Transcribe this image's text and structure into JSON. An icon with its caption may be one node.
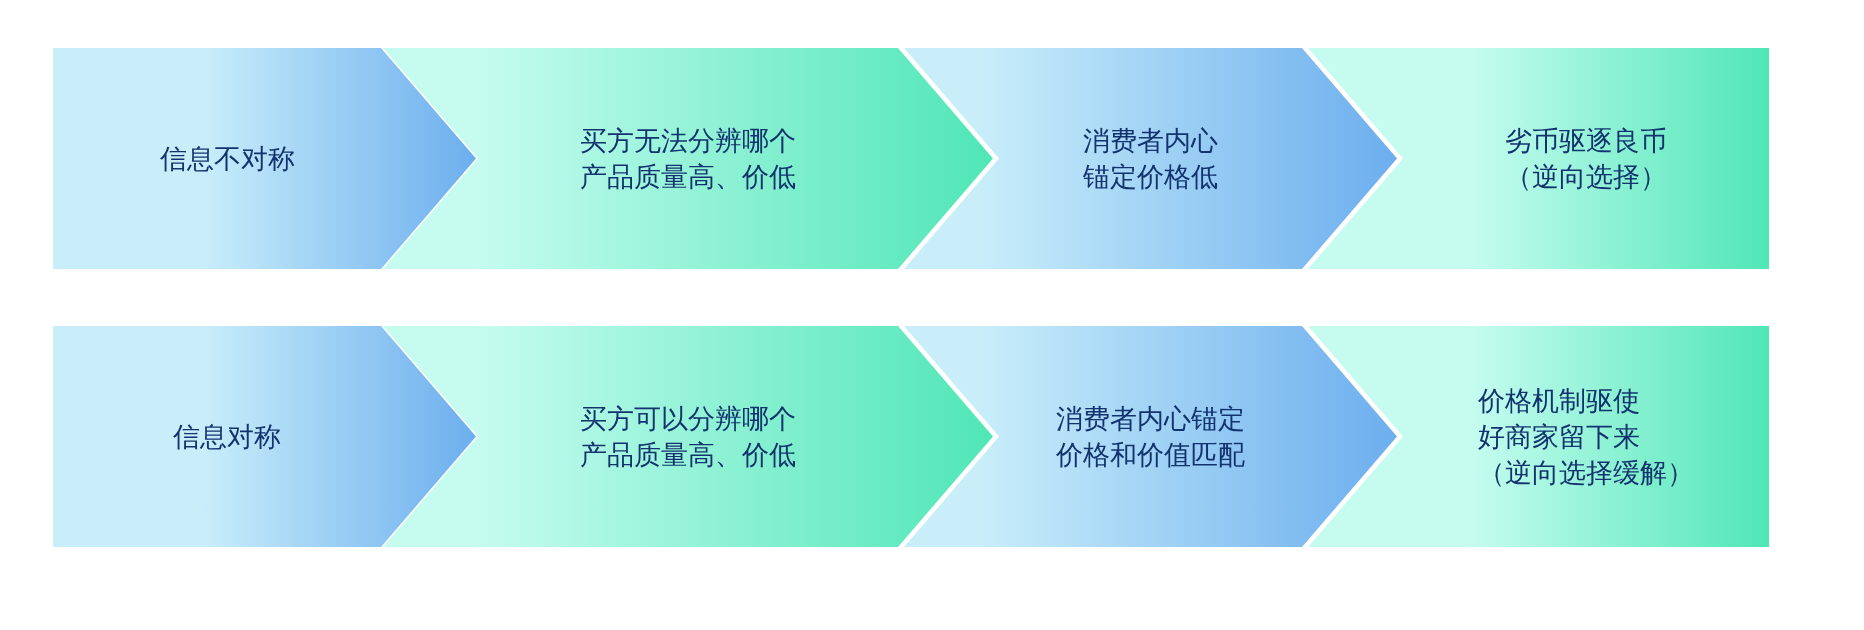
{
  "diagram": {
    "nodes": [
      {
        "text": [
          "信息不对称"
        ]
      },
      {
        "text": [
          "买方无法分辨哪个产品质量高、价低"
        ]
      },
      {
        "text": [
          "消费者内心锚定价格低"
        ]
      },
      {
        "text": [
          "劣币驱逐良币（逆向选择）"
        ]
      },
      {
        "text": [
          "信息对称"
        ]
      },
      {
        "text": [
          "买方可以分辨哪个产品质量高、价低"
        ]
      },
      {
        "text": [
          "消费者内心锚定价格和价值匹配"
        ]
      },
      {
        "text": [
          "价格机制驱使好商家留下来（逆向选择缓解）"
        ]
      }
    ]
  }
}
